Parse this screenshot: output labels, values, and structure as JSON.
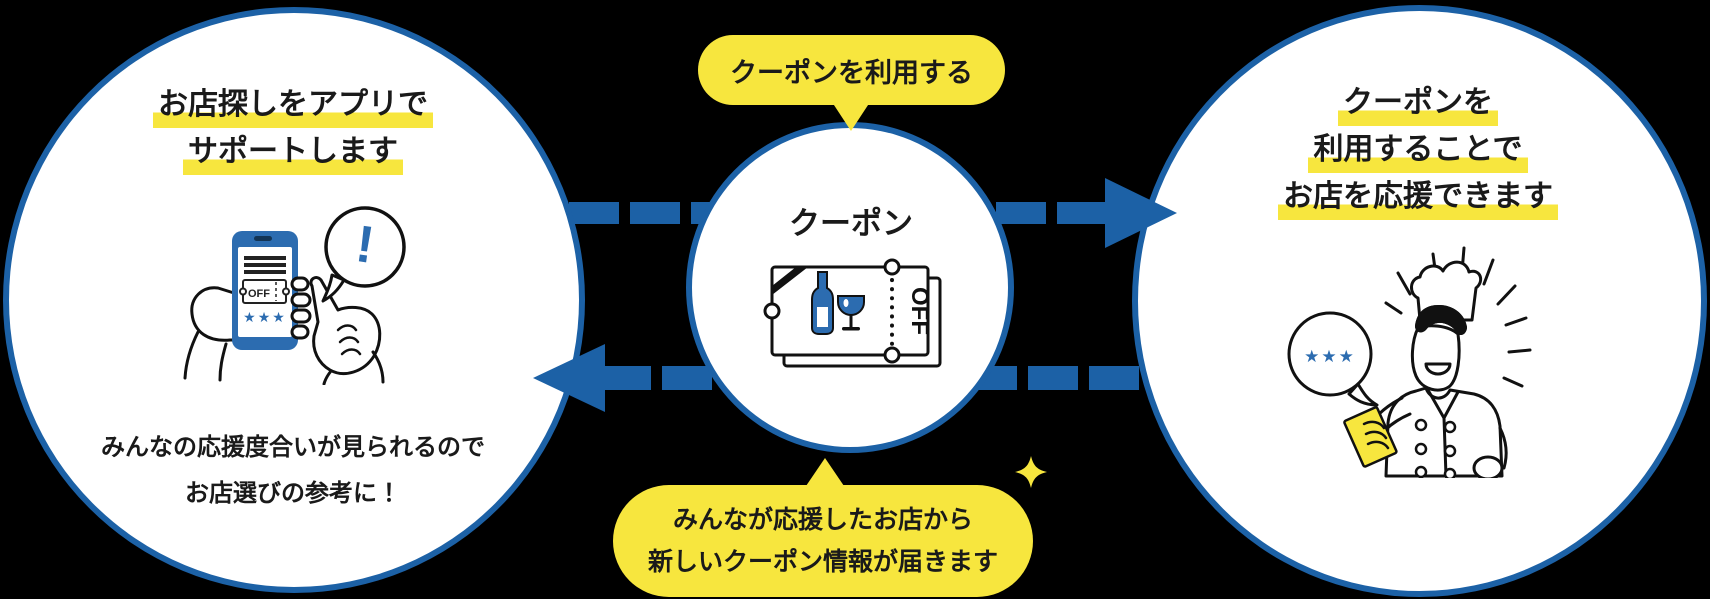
{
  "colors": {
    "background": "#000000",
    "brand_blue": "#1c61a6",
    "illustration_blue": "#2c6cb0",
    "accent_yellow": "#f7e63e",
    "text_dark": "#1a1a1a",
    "line_black": "#111111"
  },
  "top_bubble": {
    "label": "クーポンを利用する"
  },
  "bottom_bubble": {
    "line1": "みんなが応援したお店から",
    "line2": "新しいクーポン情報が届きます"
  },
  "left_circle": {
    "title_line1": "お店探しをアプリで",
    "title_line2": "サポートします",
    "caption_line1": "みんなの応援度合いが見られるので",
    "caption_line2": "お店選びの参考に！",
    "phone": {
      "off_label": "OFF",
      "stars": "★★★",
      "exclamation": "!"
    }
  },
  "center_circle": {
    "label": "クーポン",
    "coupon_off_label": "OFF"
  },
  "right_circle": {
    "title_line1": "クーポンを",
    "title_line2": "利用することで",
    "title_line3": "お店を応援できます",
    "speech_stars": "★★★"
  },
  "icons": {
    "sparkle": "✦",
    "star": "★",
    "exclamation_mark": "!"
  }
}
